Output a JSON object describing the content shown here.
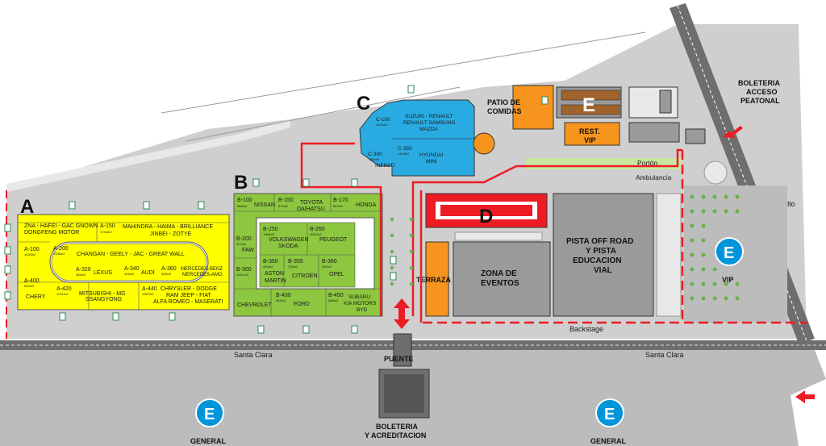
{
  "zones": {
    "a": {
      "letter": "A"
    },
    "b": {
      "letter": "B"
    },
    "c": {
      "letter": "C"
    },
    "d": {
      "letter": "D"
    },
    "e": {
      "letter": "E"
    }
  },
  "hall_a": {
    "zna": "ZNA - HAFEI - GAC GNOWN",
    "dongfeng": "DONGFENG MOTOR",
    "a150": "A-150",
    "a150_area": "1744m2",
    "mahindra": "MAHINDRA - HAIMA - BRILLIANCE",
    "jinbei": "JINBEI - ZOTYE",
    "a100": "A-100",
    "a100_area": "1400m2",
    "a200": "A-200",
    "a200_area": "2336m2",
    "changan": "CHANGAN - GEELY - JAC - GREAT WALL",
    "mercedes": "MERCEDES-BENZ",
    "mercedes_amg": "MERCEDES-AMG",
    "a320": "A-320",
    "a320_area": "355m2",
    "lexus": "LEXUS",
    "a340": "A-340",
    "a340_area": "404m2",
    "audi": "AUDI",
    "a360": "A-360",
    "a360_area": "405m2",
    "a400": "A-400",
    "a400_area": "540m2",
    "chery": "CHERY",
    "a420": "A-420",
    "a420_area": "1201m2",
    "mitsubishi": "MITSUBISHI - MG",
    "ssangyong": "SSANGYONG",
    "a440": "A-440",
    "a440_area": "1387m2",
    "chrysler": "CHRYSLER - DODGE",
    "ram": "RAM JEEP - FIAT",
    "alfa": "ALFA ROMEO - MASERATI"
  },
  "hall_b": {
    "b100": "B-100",
    "b100_area": "988m2",
    "nissan": "NISSAN",
    "b150": "B-150",
    "b150_area": "870m2",
    "toyota": "TOYOTA",
    "daihatsu": "DAIHATSU",
    "b170": "B-170",
    "b170_area": "827m2",
    "honda": "HONDA",
    "b200": "B-200",
    "b200_area": "421m2",
    "faw": "FAW",
    "b250": "B-250",
    "b250_area": "1189m2",
    "volkswagen": "VOLKSWAGEN",
    "skoda": "SKODA",
    "b260": "B-260",
    "b260_area": "1000m2",
    "peugeot": "PEUGEOT",
    "b300": "B-300",
    "b300_area": "1106 m2",
    "b350": "B-350",
    "b350_area": "410m2",
    "aston": "ASTON",
    "martin": "MARTIN",
    "b355": "B-355",
    "b355_area": "700m2",
    "citroen": "CITROEN",
    "b360": "B-360",
    "b360_area": "426m2",
    "opel": "OPEL",
    "chevrolet": "CHEVROLET",
    "b430": "B-430",
    "b430_area": "963m2",
    "ford": "FORD",
    "b450": "B-450",
    "b450_area": "858m2",
    "subaru": "SUBARU",
    "kia": "KIA MOTORS",
    "byd": "BYD"
  },
  "hall_c": {
    "c100": "C-100",
    "c100_area": "2431m2",
    "suzuki": "SUZUKI - RENAULT",
    "samsung": "RENAULT SAMSUNG",
    "mazda": "MAZDA",
    "c300": "C-300",
    "c300_area": "383m2",
    "infiniti": "INFINITI",
    "c350": "C-350",
    "c350_area": "1424m2",
    "hyundai": "HYUNDAI",
    "mini": "MINI"
  },
  "areas": {
    "patio": "PATIO DE",
    "comidas": "COMIDAS",
    "rest": "REST.",
    "rest_vip": "VIP",
    "boleteria_top_1": "BOLETERIA",
    "boleteria_top_2": "ACCESO",
    "boleteria_top_3": "PEATONAL",
    "porton_1": "Portón",
    "porton_2": "Ambulancia",
    "av_salto": "Av. El Salto",
    "pista_1": "PISTA OFF ROAD",
    "pista_2": "Y PISTA",
    "pista_3": "EDUCACION",
    "pista_4": "VIAL",
    "zona_1": "ZONA DE",
    "zona_2": "EVENTOS",
    "terraza": "TERRAZA",
    "backstage": "Backstage",
    "vip": "VIP",
    "santa_clara_left": "Santa Clara",
    "santa_clara_right": "Santa Clara",
    "puente": "PUENTE",
    "boleteria_bottom_1": "BOLETERIA",
    "boleteria_bottom_2": "Y ACREDITACION",
    "general_left": "GENERAL",
    "general_right": "GENERAL"
  },
  "parking": {
    "vip_symbol": "E",
    "general_left_symbol": "E",
    "general_right_symbol": "E"
  },
  "colors": {
    "hall_a": "#ffff00",
    "hall_b": "#8dc63f",
    "hall_c": "#29abe2",
    "hall_d": "#ed1c24",
    "food": "#f7941d",
    "ground": "#bcbcbc",
    "building": "#9a9a9a",
    "route": "#ed1c24",
    "parking": "#0095da"
  }
}
